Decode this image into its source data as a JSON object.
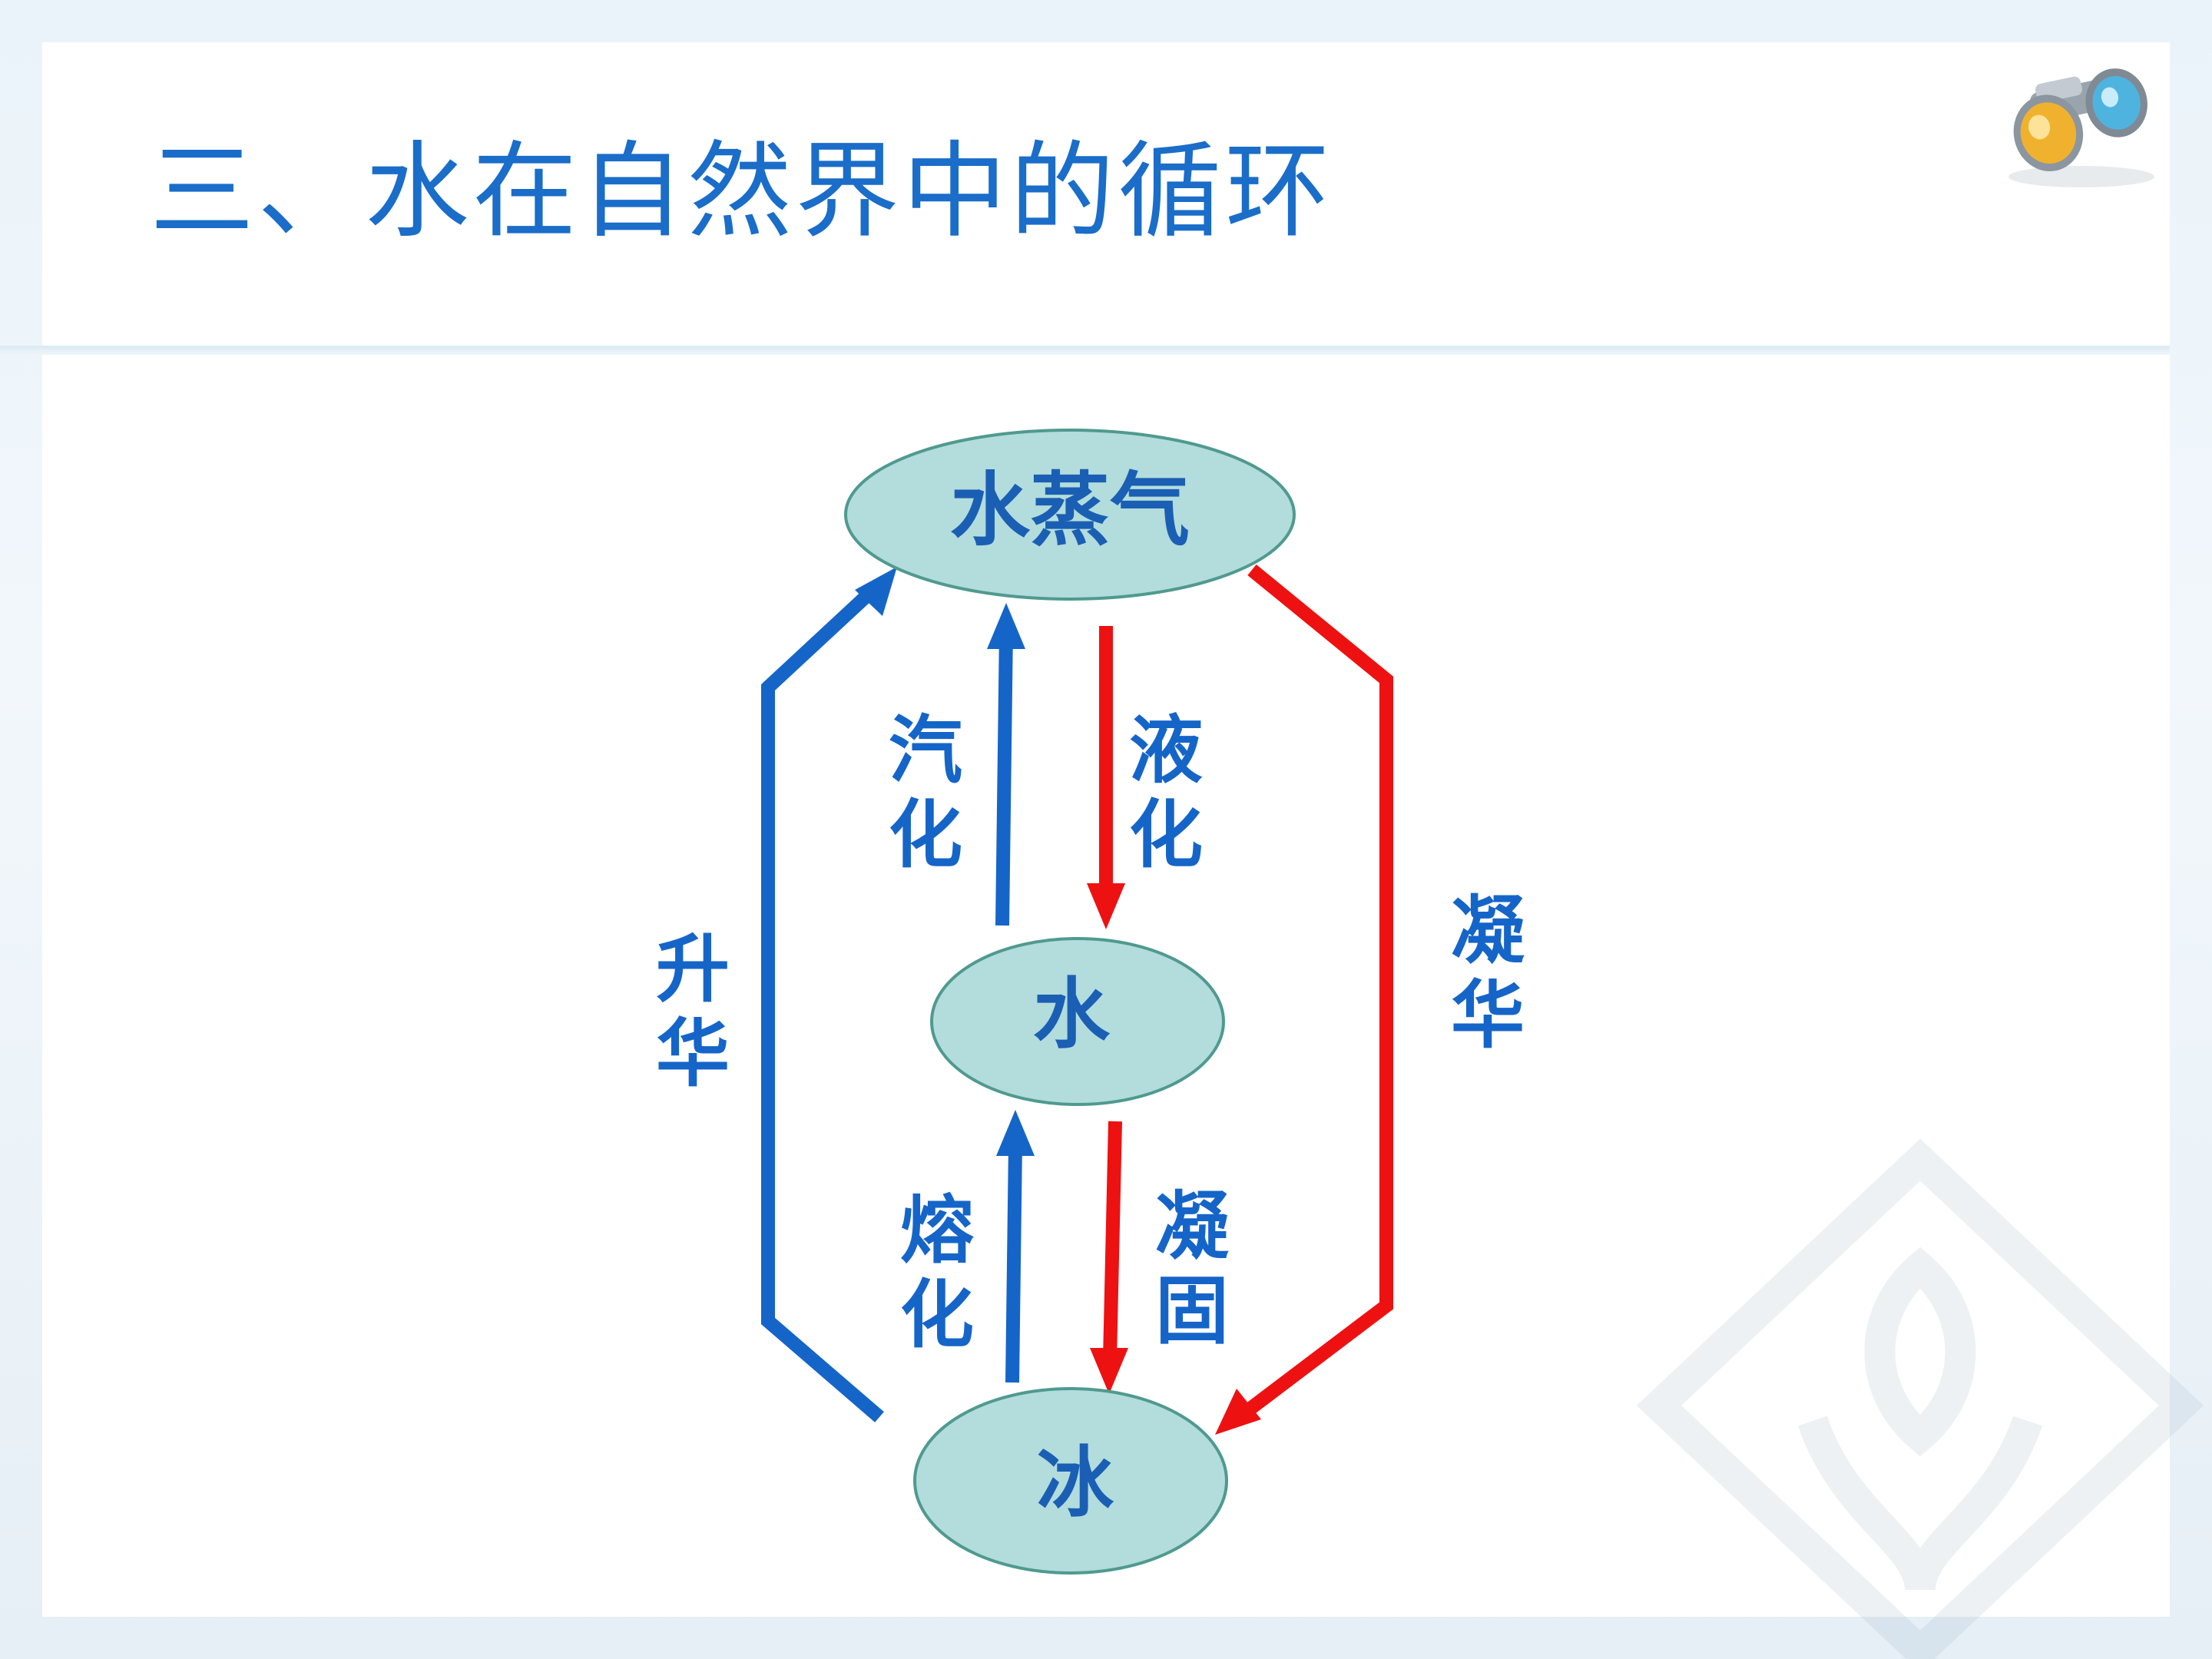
{
  "title": "三、水在自然界中的循环",
  "nodes": {
    "vapor": "水蒸气",
    "water": "水",
    "ice": "冰"
  },
  "edges": {
    "vaporization": {
      "label_1": "汽",
      "label_2": "化",
      "direction": "water-to-vapor",
      "color": "#1565c9"
    },
    "liquefaction": {
      "label_1": "液",
      "label_2": "化",
      "direction": "vapor-to-water",
      "color": "#ee1111"
    },
    "melting": {
      "label_1": "熔",
      "label_2": "化",
      "direction": "ice-to-water",
      "color": "#1565c9"
    },
    "solidification": {
      "label_1": "凝",
      "label_2": "固",
      "direction": "water-to-ice",
      "color": "#ee1111"
    },
    "sublimation": {
      "label_1": "升",
      "label_2": "华",
      "direction": "ice-to-vapor",
      "color": "#1565c9"
    },
    "deposition": {
      "label_1": "凝",
      "label_2": "华",
      "direction": "vapor-to-ice",
      "color": "#ee1111"
    }
  },
  "colors": {
    "title": "#1a6dc9",
    "node_fill": "#b3dcdc",
    "node_stroke": "#4f9a8f",
    "node_text": "#1a5fb4",
    "blue_arrow": "#1565c9",
    "red_arrow": "#ee1111"
  }
}
